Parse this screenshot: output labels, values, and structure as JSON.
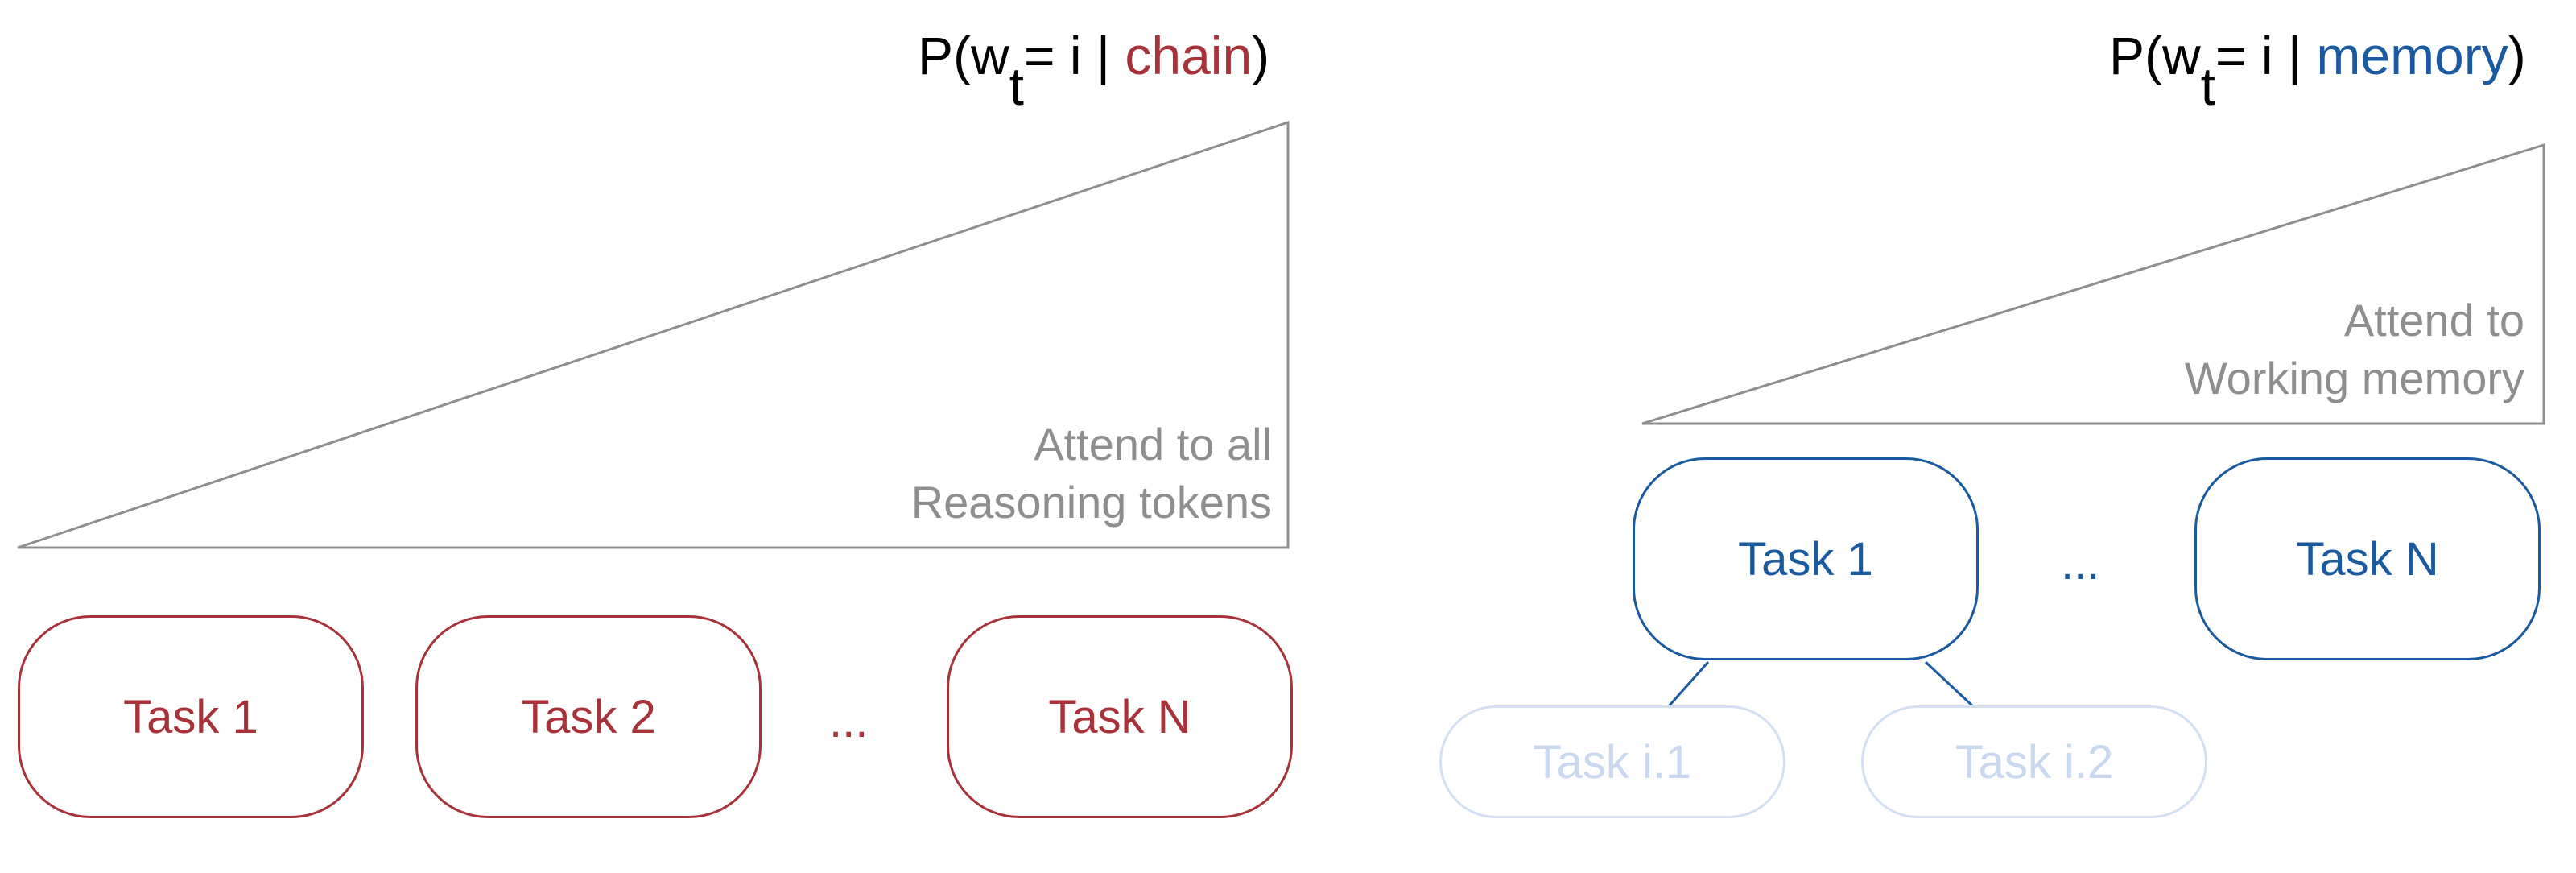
{
  "left_panel": {
    "formula": {
      "prefix": "P(w",
      "subscript": "t",
      "middle": "= i | ",
      "condition": "chain",
      "suffix": ")"
    },
    "note_lines": [
      "Attend to all",
      "Reasoning tokens"
    ],
    "tasks": [
      "Task 1",
      "Task 2",
      "Task N"
    ],
    "ellipsis": "..."
  },
  "right_panel": {
    "formula": {
      "prefix": "P(w",
      "subscript": "t",
      "middle": "= i | ",
      "condition": "memory",
      "suffix": ")"
    },
    "note_lines": [
      "Attend to",
      "Working memory"
    ],
    "tasks": [
      "Task 1",
      "Task N"
    ],
    "ellipsis": "...",
    "subtasks": [
      "Task i.1",
      "Task i.2"
    ]
  },
  "colors": {
    "chain": "#a8323a",
    "memory": "#1a5aa0",
    "faded": "#c9d8ee",
    "outline": "#8e8e8e"
  }
}
